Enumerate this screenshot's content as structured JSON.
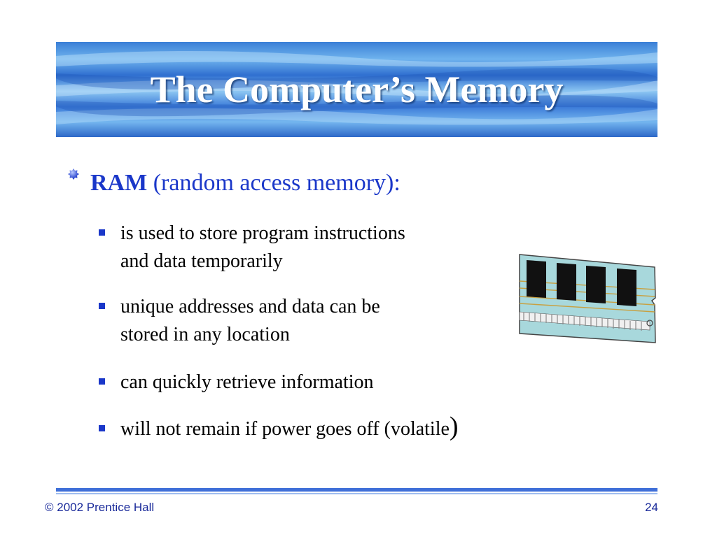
{
  "slide": {
    "title": "The Computer’s Memory",
    "main_bullet": {
      "term": "RAM",
      "rest": " (random access memory):"
    },
    "sub_bullets": [
      {
        "line1": "is used to store program instructions",
        "line2": "and data temporarily"
      },
      {
        "line1": "unique addresses and data can be",
        "line2": "stored in any location"
      },
      {
        "line1": "can quickly retrieve information"
      },
      {
        "line1": "will not remain if power goes off (volatile",
        "close": ")"
      }
    ],
    "image_icon": "ram-chip-icon"
  },
  "footer": {
    "copyright": "© 2002 Prentice Hall",
    "page_number": "24"
  },
  "colors": {
    "accent": "#1a37c9",
    "banner": "#3a7fd6",
    "rule": "#3f6fd8"
  }
}
